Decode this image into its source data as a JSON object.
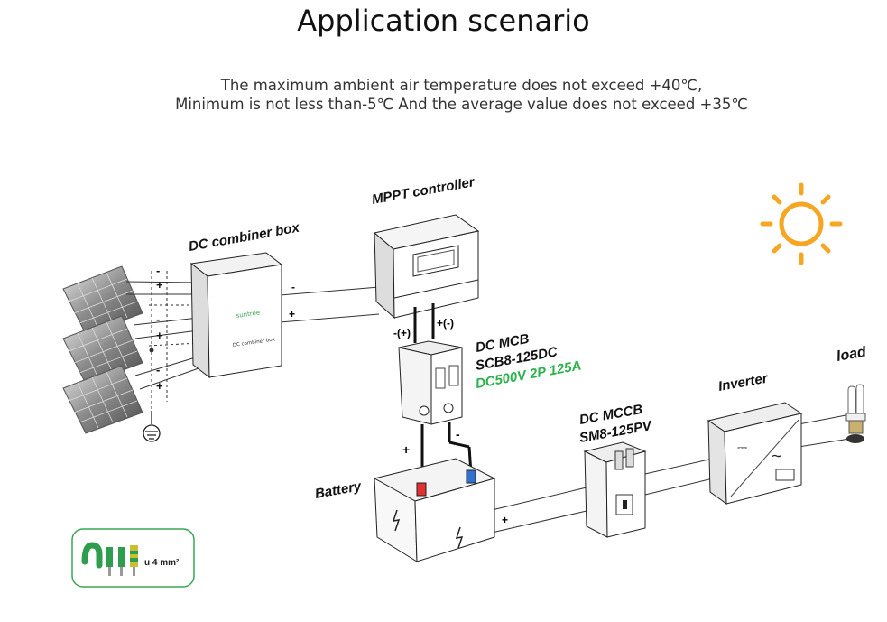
{
  "title": "Application scenario",
  "subtitle_line1": "The maximum ambient air temperature does not exceed +40℃,",
  "subtitle_line2": "Minimum is not less than-5℃ And the average value does not exceed +35℃",
  "labels": {
    "dc_combiner_box": "DC combiner box",
    "mppt_controller": "MPPT controller",
    "dc_mcb": "DC MCB",
    "dc_mcb_model": "SCB8-125DC",
    "dc_mcb_rating": "DC500V 2P 125A",
    "dc_mccb": "DC MCCB",
    "dc_mccb_model": "SM8-125PV",
    "inverter": "Inverter",
    "load": "load",
    "battery": "Battery",
    "wire_size": "u 4 mm²",
    "combiner_brand": "suntree",
    "combiner_caption": "DC combiner box"
  },
  "terminals": {
    "plus": "+",
    "minus": "-",
    "mppt_neg": "-(+)",
    "mppt_pos": "+(-)"
  },
  "icons": {
    "sun": "sun-icon",
    "ground": "ground-icon",
    "lamp": "cfl-bulb-icon",
    "wire": "wire-icon"
  },
  "colors": {
    "rating_green": "#2bb24c",
    "sun_orange": "#f5a623",
    "wire_box_border": "#3aa655"
  }
}
